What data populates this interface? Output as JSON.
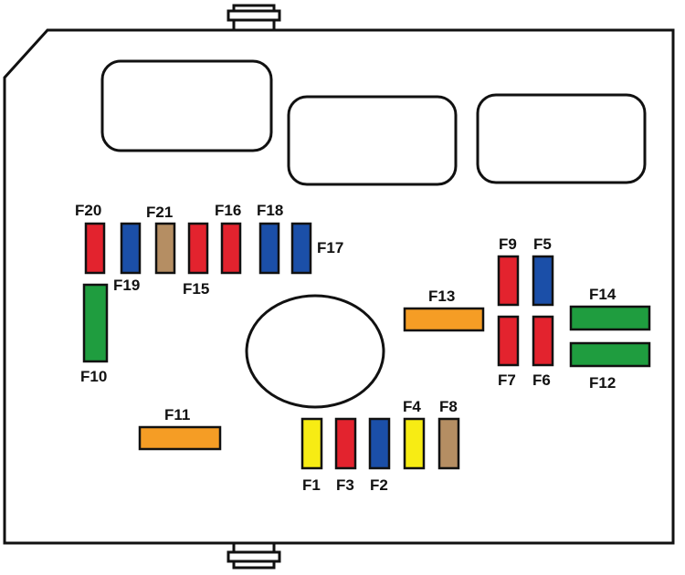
{
  "colors": {
    "red": "#e3232e",
    "blue": "#1b4fa8",
    "tan": "#b58e63",
    "green": "#1f9d3f",
    "orange": "#f59d25",
    "yellow": "#f7ec14",
    "outline": "#111111"
  },
  "fuses": {
    "F1": {
      "label": "F1",
      "color": "yellow"
    },
    "F2": {
      "label": "F2",
      "color": "blue"
    },
    "F3": {
      "label": "F3",
      "color": "red"
    },
    "F4": {
      "label": "F4",
      "color": "yellow"
    },
    "F5": {
      "label": "F5",
      "color": "blue"
    },
    "F6": {
      "label": "F6",
      "color": "red"
    },
    "F7": {
      "label": "F7",
      "color": "red"
    },
    "F8": {
      "label": "F8",
      "color": "tan"
    },
    "F9": {
      "label": "F9",
      "color": "red"
    },
    "F10": {
      "label": "F10",
      "color": "green"
    },
    "F11": {
      "label": "F11",
      "color": "orange"
    },
    "F12": {
      "label": "F12",
      "color": "green"
    },
    "F13": {
      "label": "F13",
      "color": "orange"
    },
    "F14": {
      "label": "F14",
      "color": "green"
    },
    "F15": {
      "label": "F15",
      "color": "red"
    },
    "F16": {
      "label": "F16",
      "color": "red"
    },
    "F17": {
      "label": "F17",
      "color": "blue"
    },
    "F18": {
      "label": "F18",
      "color": "blue"
    },
    "F19": {
      "label": "F19",
      "color": "blue"
    },
    "F20": {
      "label": "F20",
      "color": "red"
    },
    "F21": {
      "label": "F21",
      "color": "tan"
    }
  }
}
